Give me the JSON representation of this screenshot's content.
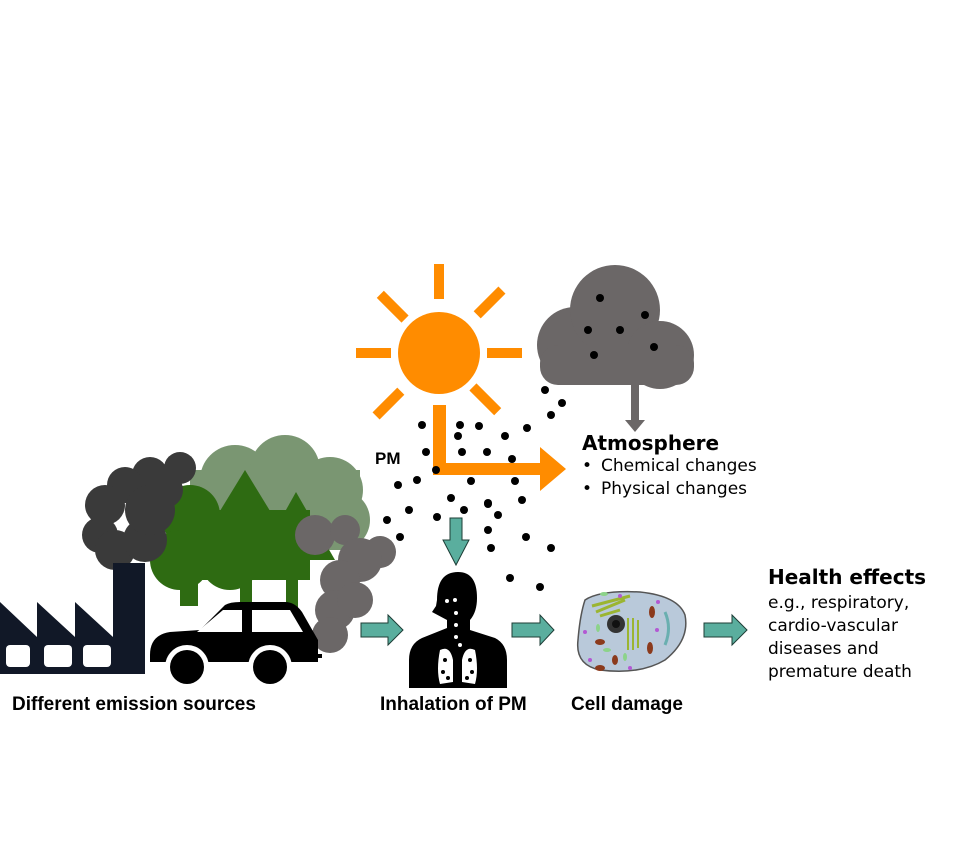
{
  "labels": {
    "pm": "PM",
    "emission_sources": "Different emission sources",
    "inhalation": "Inhalation of PM",
    "cell_damage": "Cell damage"
  },
  "atmosphere": {
    "title": "Atmosphere",
    "items": [
      "Chemical changes",
      "Physical changes"
    ]
  },
  "health": {
    "title": "Health effects",
    "lines": [
      "e.g., respiratory,",
      "cardio-vascular",
      "diseases and",
      "premature death"
    ]
  },
  "colors": {
    "sun": "#FF8C00",
    "arrow_teal": "#5AAE9E",
    "cloud": "#6B6767",
    "tree": "#2E6B12",
    "tree_light": "#7A9672",
    "smoke_dark": "#3A3A3A",
    "factory": "#111827"
  }
}
